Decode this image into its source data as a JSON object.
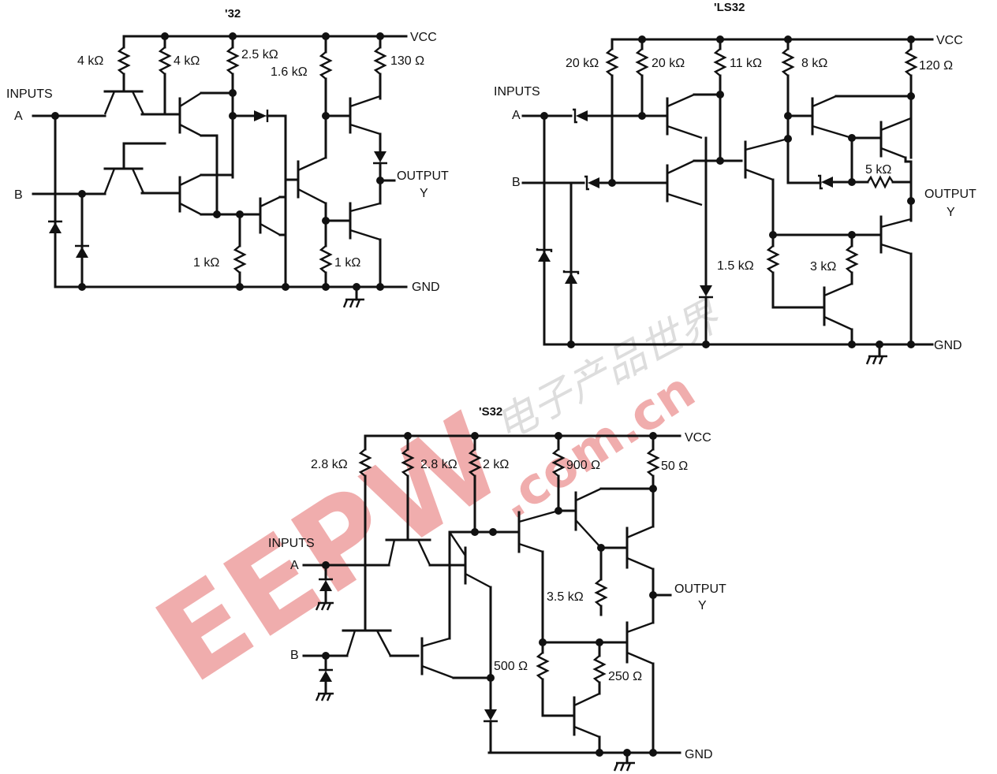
{
  "circuits": [
    {
      "title": "'32",
      "vcc_label": "VCC",
      "inputs_label": "INPUTS",
      "input_a": "A",
      "input_b": "B",
      "output_label": "OUTPUT",
      "output_pin": "Y",
      "gnd_label": "GND",
      "resistors": [
        "4 kΩ",
        "4 kΩ",
        "2.5 kΩ",
        "1.6 kΩ",
        "130 Ω",
        "1 kΩ",
        "1 kΩ"
      ]
    },
    {
      "title": "'LS32",
      "vcc_label": "VCC",
      "inputs_label": "INPUTS",
      "input_a": "A",
      "input_b": "B",
      "output_label": "OUTPUT",
      "output_pin": "Y",
      "gnd_label": "GND",
      "resistors": [
        "20 kΩ",
        "20 kΩ",
        "11 kΩ",
        "8 kΩ",
        "120 Ω",
        "5 kΩ",
        "1.5 kΩ",
        "3 kΩ"
      ]
    },
    {
      "title": "'S32",
      "vcc_label": "VCC",
      "inputs_label": "INPUTS",
      "input_a": "A",
      "input_b": "B",
      "output_label": "OUTPUT",
      "output_pin": "Y",
      "gnd_label": "GND",
      "resistors": [
        "2.8 kΩ",
        "2.8 kΩ",
        "2 kΩ",
        "900 Ω",
        "50 Ω",
        "3.5 kΩ",
        "500 Ω",
        "250 Ω"
      ]
    }
  ],
  "watermark": {
    "brand": "EEPW",
    "domain": ".com.cn",
    "cjk": "电子产品世界",
    "color": "#e46b6b"
  }
}
